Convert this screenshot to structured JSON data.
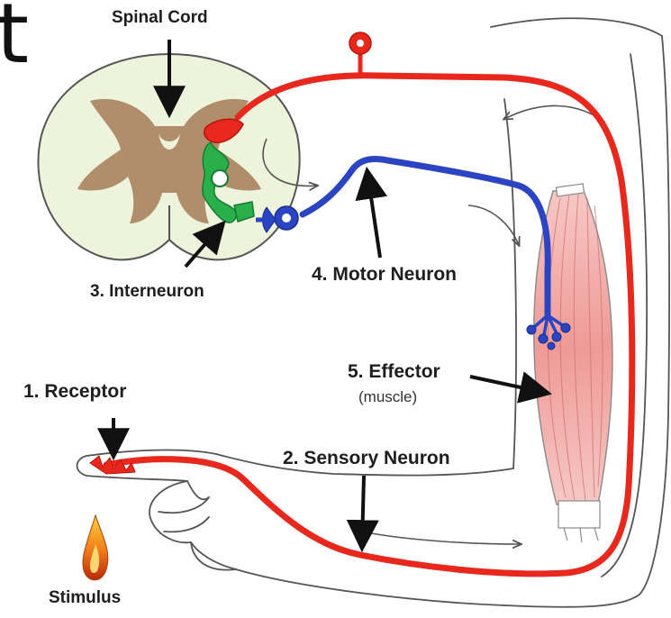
{
  "corner_text": "t",
  "labels": {
    "spinal_cord": "Spinal Cord",
    "receptor": "1. Receptor",
    "sensory_neuron": "2. Sensory Neuron",
    "interneuron": "3. Interneuron",
    "motor_neuron": "4. Motor Neuron",
    "effector": "5. Effector",
    "effector_sub": "(muscle)",
    "stimulus": "Stimulus"
  },
  "colors": {
    "sensory": "#e8281c",
    "motor": "#2a44c4",
    "interneuron": "#29b04a",
    "grey_matter": "#a57b58",
    "white_matter": "#eef3dc",
    "muscle": "#f2a0a0",
    "outline": "#555555"
  }
}
